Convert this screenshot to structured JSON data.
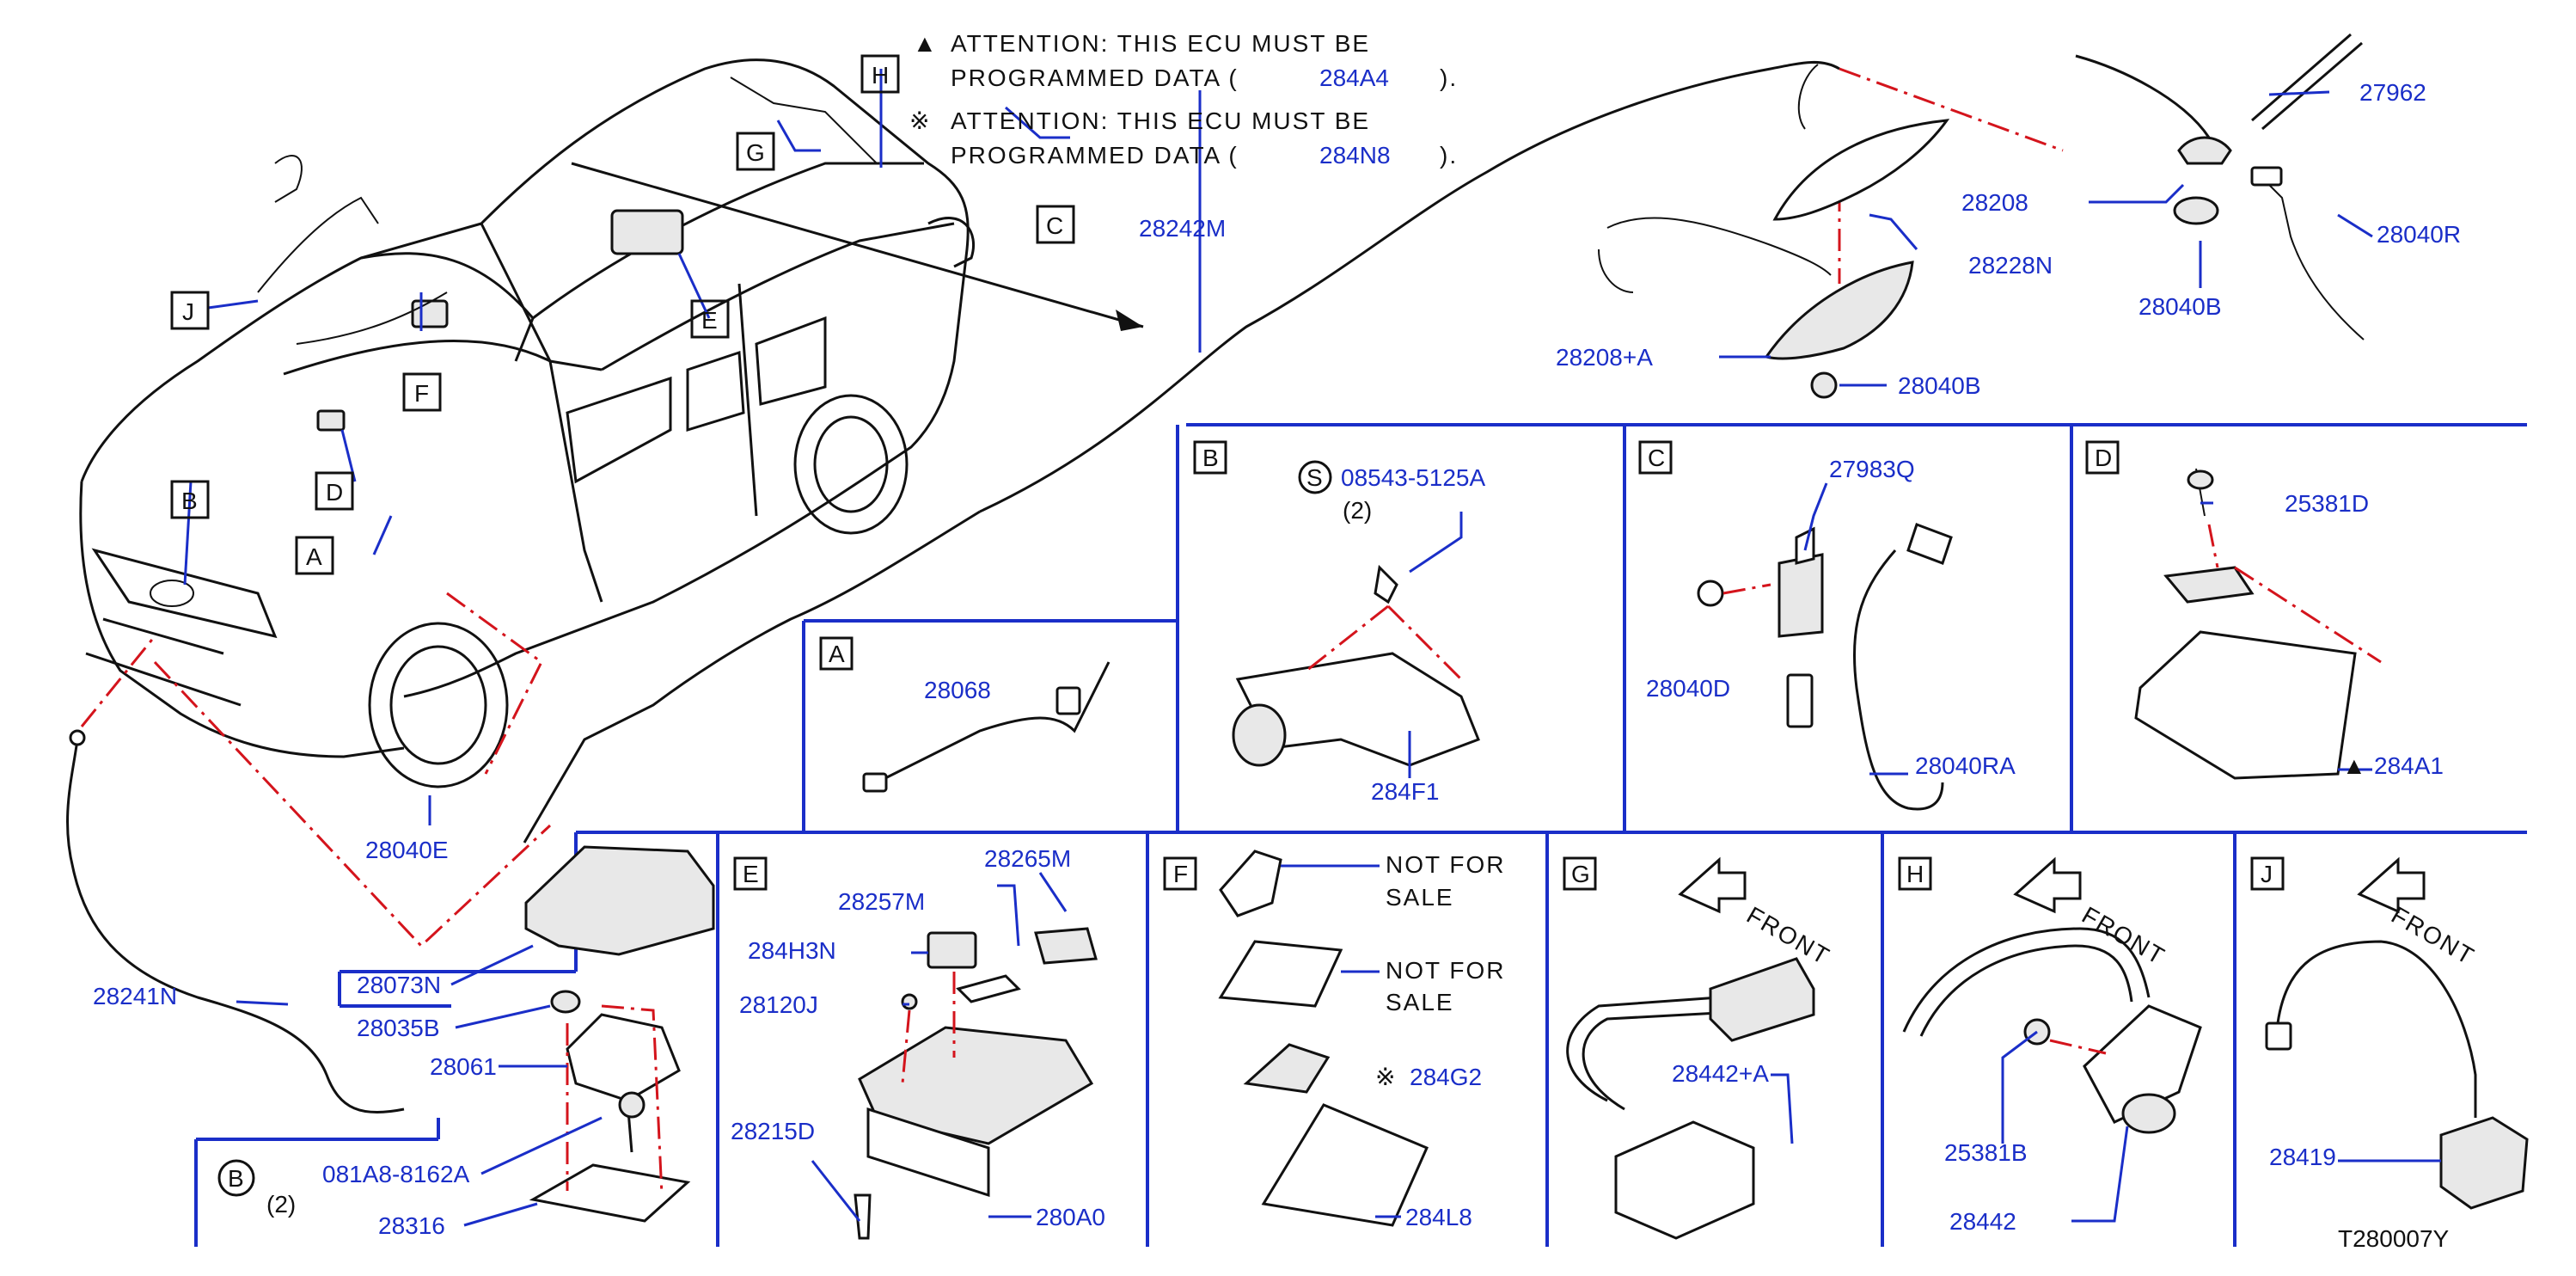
{
  "notes": {
    "note1_symbol": "▲",
    "note1_line1": "ATTENTION: THIS ECU MUST BE",
    "note1_line2_prefix": "PROGRAMMED DATA (",
    "note1_code": "284A4",
    "note1_line2_suffix": ").",
    "note2_symbol": "※",
    "note2_line1": "ATTENTION: THIS ECU MUST BE",
    "note2_line2_prefix": "PROGRAMMED DATA (",
    "note2_code": "284N8",
    "note2_line2_suffix": ")."
  },
  "callouts_main": {
    "A": "A",
    "B": "B",
    "C": "C",
    "D": "D",
    "E": "E",
    "F": "F",
    "G": "G",
    "H": "H",
    "J": "J"
  },
  "parts_main": {
    "p28242M": "28242M",
    "p28040E": "28040E",
    "p28241N": "28241N",
    "p27962": "27962",
    "p28208": "28208",
    "p28228N": "28228N",
    "p28040R": "28040R",
    "p28040B_top": "28040B",
    "p28208A": "28208+A",
    "p28040B": "28040B"
  },
  "panel_A": {
    "label": "A",
    "part": "28068"
  },
  "panel_B": {
    "label": "B",
    "screw_symbol": "S",
    "screw": "08543-5125A",
    "qty": "(2)",
    "part": "284F1"
  },
  "panel_C": {
    "label": "C",
    "p1": "27983Q",
    "p2": "28040RA",
    "p3": "28040D"
  },
  "panel_D": {
    "label": "D",
    "screw": "25381D",
    "ecu_symbol": "▲",
    "ecu": "284A1"
  },
  "panel_left": {
    "p1": "28073N",
    "p2": "28035B",
    "p3": "28061",
    "p4": "081A8-8162A",
    "p5": "28316",
    "b_symbol": "B",
    "qty": "(2)"
  },
  "panel_E": {
    "label": "E",
    "p1": "28265M",
    "p2": "28257M",
    "p3": "284H3N",
    "p4": "28120J",
    "p5": "28215D",
    "p6": "280A0"
  },
  "panel_F": {
    "label": "F",
    "nfs1_line1": "NOT FOR",
    "nfs1_line2": "SALE",
    "nfs2_line1": "NOT FOR",
    "nfs2_line2": "SALE",
    "ecu_symbol": "※",
    "ecu": "284G2",
    "part": "284L8"
  },
  "panel_G": {
    "label": "G",
    "front": "FRONT",
    "part": "28442+A"
  },
  "panel_H": {
    "label": "H",
    "front": "FRONT",
    "p1": "25381B",
    "p2": "28442"
  },
  "panel_J": {
    "label": "J",
    "front": "FRONT",
    "part": "28419"
  },
  "figure_id": "T280007Y",
  "colors": {
    "part_number": "#1a2ec8",
    "locator_line": "#d4141c",
    "grid": "#1a2ec8",
    "ink": "#111111"
  }
}
